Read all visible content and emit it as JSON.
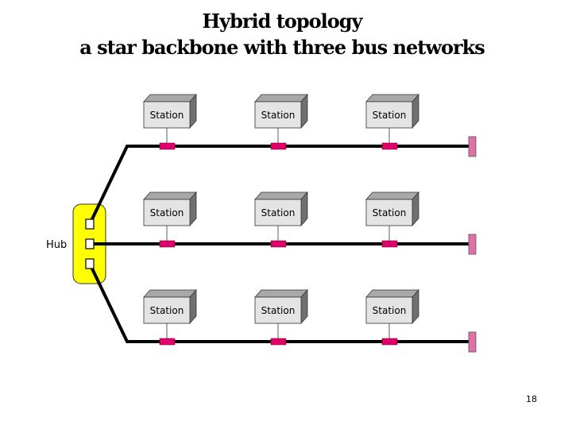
{
  "title": {
    "line1": "Hybrid topology",
    "line2": "a star backbone with three bus networks"
  },
  "diagram": {
    "hub_label": "Hub",
    "station_label": "Station",
    "buses": [
      {
        "stations": [
          "Station",
          "Station",
          "Station"
        ]
      },
      {
        "stations": [
          "Station",
          "Station",
          "Station"
        ]
      },
      {
        "stations": [
          "Station",
          "Station",
          "Station"
        ]
      }
    ],
    "colors": {
      "hub": "#ffff00",
      "tap": "#e0006e",
      "terminator": "#e070a8",
      "station_front": "#e4e4e4",
      "station_top": "#a8a8a8",
      "station_side": "#707070",
      "cable": "#000000"
    }
  },
  "page_number": "18"
}
